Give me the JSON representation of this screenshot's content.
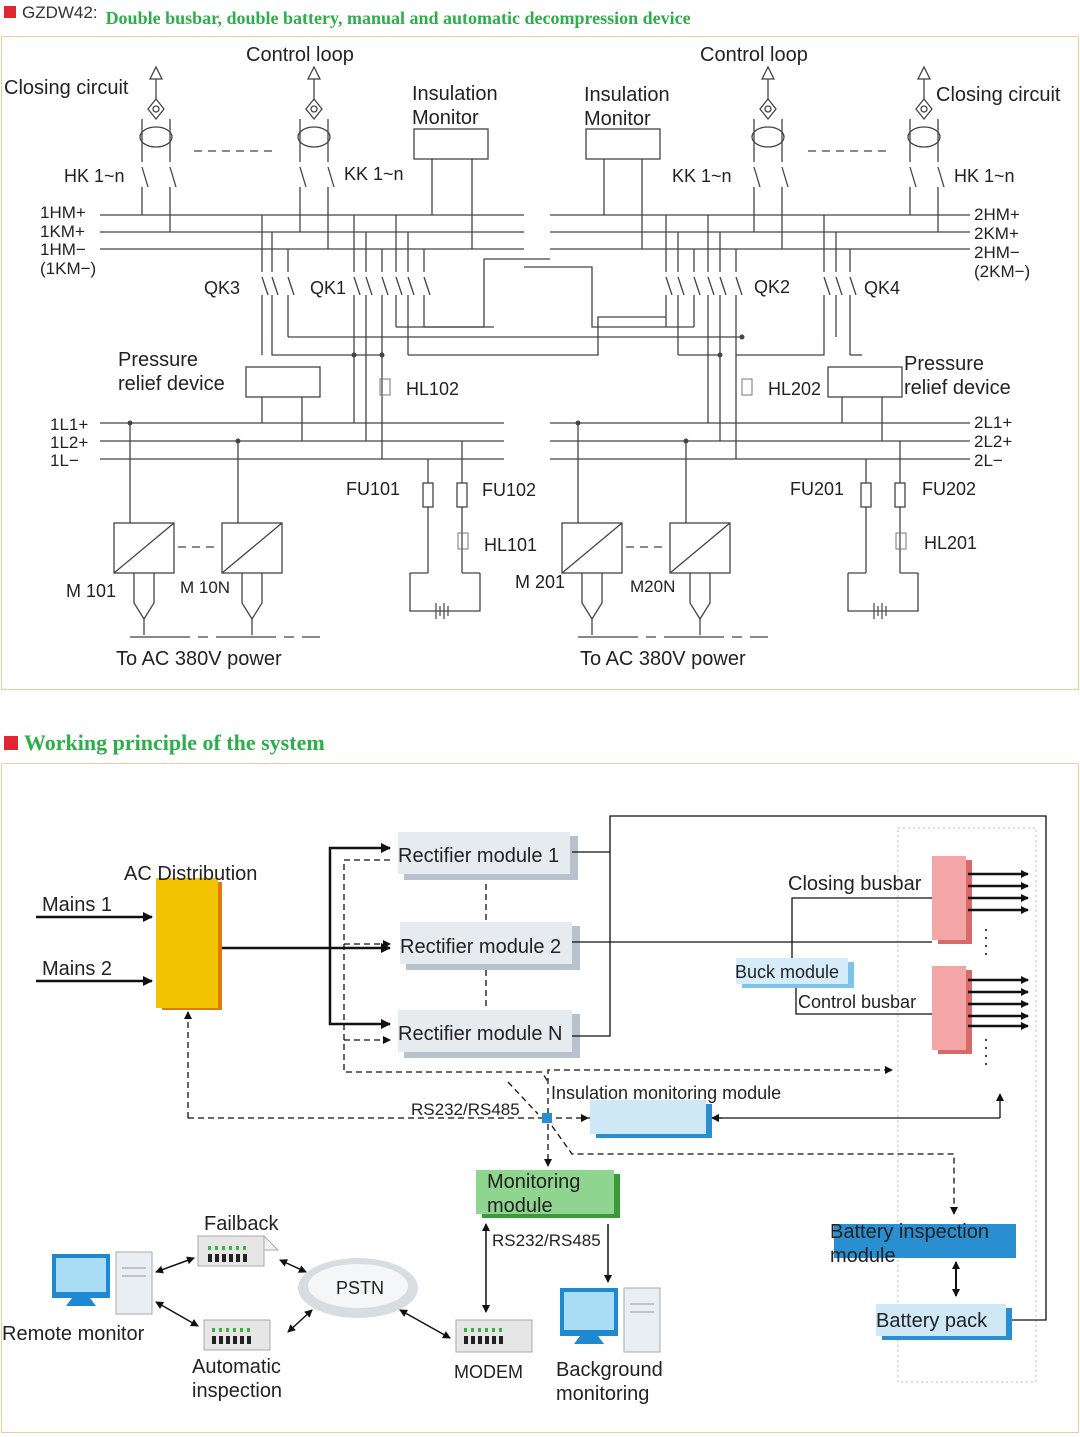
{
  "header": {
    "model": "GZDW42:",
    "title": "Double busbar, double battery, manual and automatic decompression device"
  },
  "circuit": {
    "closing_circuit": "Closing circuit",
    "control_loop": "Control loop",
    "insulation_monitor_1": "Insulation",
    "insulation_monitor_2": "Monitor",
    "hk": "HK 1~n",
    "kk": "KK 1~n",
    "bus_left": [
      "1HM+",
      "1KM+",
      "1HM−",
      "(1KM−)"
    ],
    "bus_right": [
      "2HM+",
      "2KM+",
      "2HM−",
      "(2KM−)"
    ],
    "qk3": "QK3",
    "qk1": "QK1",
    "qk2": "QK2",
    "qk4": "QK4",
    "pressure_1": "Pressure",
    "pressure_2": "relief device",
    "hl102": "HL102",
    "hl202": "HL202",
    "hl101": "HL101",
    "hl201": "HL201",
    "l_left": [
      "1L1+",
      "1L2+",
      "1L−"
    ],
    "l_right": [
      "2L1+",
      "2L2+",
      "2L−"
    ],
    "fu101": "FU101",
    "fu102": "FU102",
    "fu201": "FU201",
    "fu202": "FU202",
    "m101": "M 101",
    "m10n": "M 10N",
    "m201": "M 201",
    "m20n": "M20N",
    "ac_power": "To AC 380V power"
  },
  "section2": {
    "title": "Working principle of the system"
  },
  "system": {
    "ac_distribution": "AC Distribution",
    "mains1": "Mains 1",
    "mains2": "Mains 2",
    "rect1": "Rectifier module 1",
    "rect2": "Rectifier module 2",
    "rectn": "Rectifier module N",
    "closing_busbar": "Closing busbar",
    "buck_module": "Buck module",
    "control_busbar": "Control busbar",
    "insulation_module": "Insulation monitoring module",
    "rs_1": "RS232/RS485",
    "rs_2": "RS232/RS485",
    "monitoring_1": "Monitoring",
    "monitoring_2": "module",
    "battery_insp_1": "Battery inspection",
    "battery_insp_2": "module",
    "battery_pack": "Battery pack",
    "failback": "Failback",
    "pstn": "PSTN",
    "remote_monitor": "Remote monitor",
    "auto_insp_1": "Automatic",
    "auto_insp_2": "inspection",
    "modem": "MODEM",
    "bg_1": "Background",
    "bg_2": "monitoring"
  },
  "colors": {
    "accent_red": "#e0262e",
    "title_green": "#2eae4a",
    "panel_border": "#f3c9a0",
    "ac_yellow": "#f2c300",
    "module_green": "#8fd48f",
    "pink_busbar": "#f4a6a6",
    "blue_module": "#cfe8f6"
  }
}
